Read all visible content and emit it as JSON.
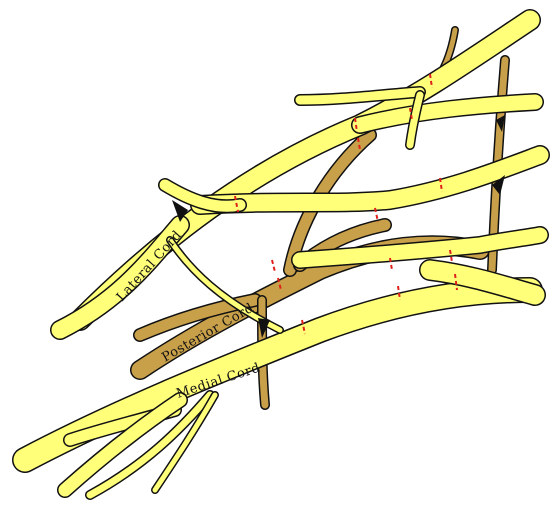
{
  "labels": {
    "lateral_cord": "Lateral Cord",
    "posterior_cord": "Posterior Cord",
    "medial_cord": "Medial Cord"
  },
  "colors": {
    "cord_fill": "#ffff7a",
    "posterior_fill": "#c9a04a",
    "outline": "#111111",
    "division_marks": "#e0201b",
    "background": "#ffffff"
  }
}
